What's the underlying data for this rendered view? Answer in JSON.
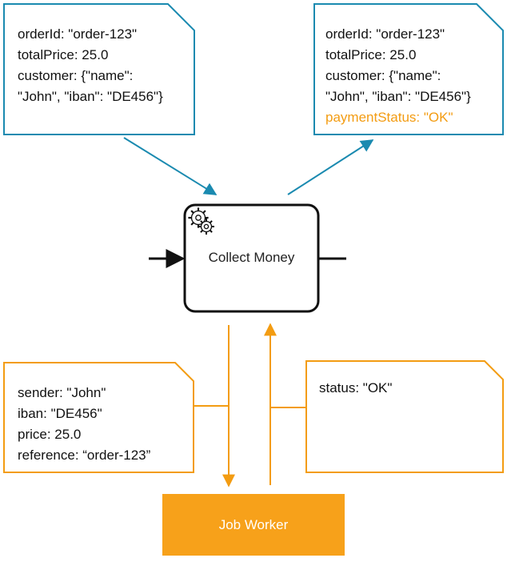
{
  "colors": {
    "blue": "#1a8ab0",
    "orange": "#f39c12",
    "worker_fill": "#f7a11a",
    "task_stroke": "#111111"
  },
  "notes": {
    "input_variables": {
      "lines": [
        "orderId: \"order-123\"",
        "totalPrice: 25.0",
        "customer: {\"name\":",
        "\"John\", \"iban\": \"DE456\"}"
      ]
    },
    "output_variables": {
      "lines": [
        "orderId: \"order-123\"",
        "totalPrice: 25.0",
        "customer: {\"name\":",
        "\"John\", \"iban\": \"DE456\"}"
      ],
      "highlight_line": "paymentStatus: \"OK\""
    },
    "job_variables": {
      "lines": [
        "sender: \"John\"",
        "iban: \"DE456\"",
        "price: 25.0",
        "reference: “order-123”"
      ]
    },
    "job_result": {
      "lines": [
        "status: \"OK\""
      ]
    }
  },
  "task": {
    "label": "Collect Money",
    "icon": "gears-icon"
  },
  "worker": {
    "label": "Job Worker"
  }
}
